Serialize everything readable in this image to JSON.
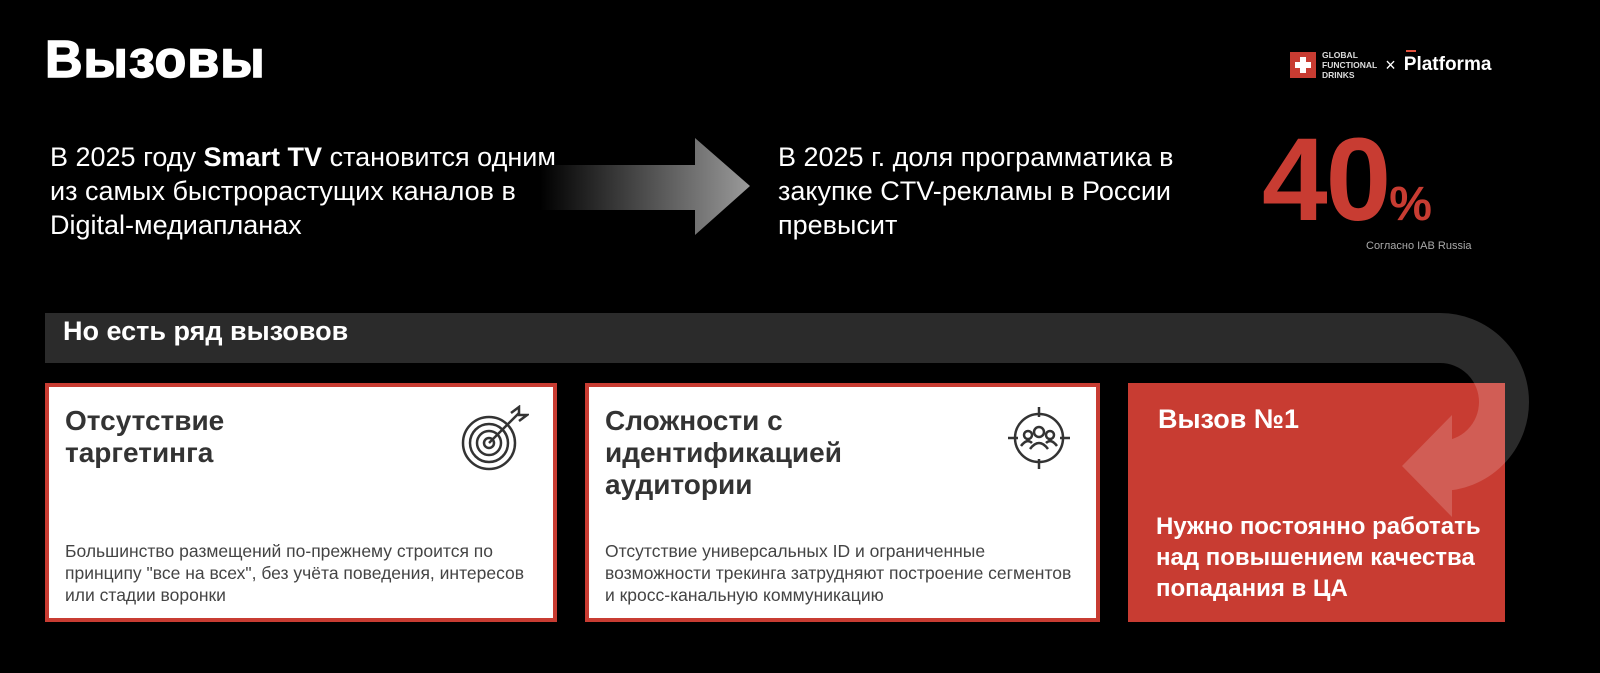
{
  "title": "Вызовы",
  "logo": {
    "brand_lines": [
      "GLOBAL",
      "FUNCTIONAL",
      "DRINKS"
    ],
    "separator": "×",
    "partner": "Platforma"
  },
  "lead_left": {
    "before": "В 2025 году ",
    "bold": "Smart TV",
    "after": " становится одним из самых быстрорастущих каналов в Digital-медиапланах"
  },
  "lead_right": "В 2025 г. доля программатика в закупке CTV-рекламы в России превысит",
  "stat": {
    "value": "40",
    "unit": "%",
    "source": "Согласно IAB Russia"
  },
  "band_label": "Но есть ряд вызовов",
  "cards": [
    {
      "title": "Отсутствие таргетинга",
      "icon": "target-icon",
      "text": "Большинство размещений по-прежнему строится по принципу \"все на всех\", без учёта поведения, интересов или стадии воронки"
    },
    {
      "title": "Сложности с идентификацией аудитории",
      "icon": "audience-crosshair-icon",
      "text": "Отсутствие универсальных ID и ограниченные возможности трекинга затрудняют построение сегментов и кросс-канальную коммуникацию"
    },
    {
      "title": "Вызов №1",
      "text": "Нужно постоянно работать над повышением качества попадания в ЦА"
    }
  ],
  "colors": {
    "accent": "#c83c32",
    "background": "#000000"
  }
}
